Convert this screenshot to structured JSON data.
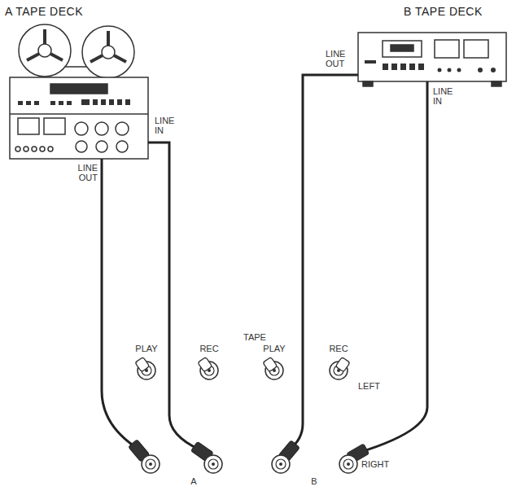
{
  "diagram": {
    "nodes": [
      {
        "text": [
          "A TAPE DECK"
        ]
      },
      {
        "text": [
          "B TAPE DECK"
        ]
      }
    ],
    "labels": [
      "LINE IN",
      "LINE OUT",
      "LINE OUT",
      "LINE IN",
      "TAPE",
      "PLAY",
      "REC",
      "PLAY",
      "REC",
      "LEFT",
      "RIGHT",
      "A",
      "B"
    ]
  }
}
